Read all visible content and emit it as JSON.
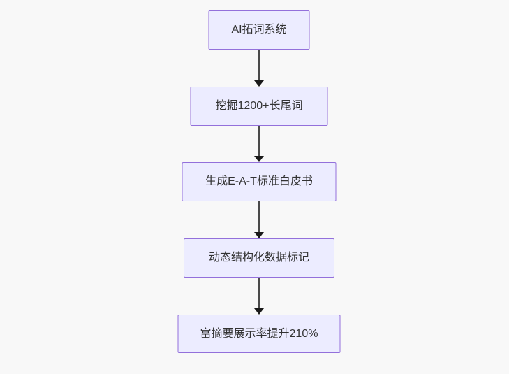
{
  "flowchart": {
    "type": "flowchart",
    "direction": "top-down",
    "nodes": [
      {
        "id": "n1",
        "label": "AI拓词系统"
      },
      {
        "id": "n2",
        "label": "挖掘1200+长尾词"
      },
      {
        "id": "n3",
        "label": "生成E-A-T标准白皮书"
      },
      {
        "id": "n4",
        "label": "动态结构化数据标记"
      },
      {
        "id": "n5",
        "label": "富摘要展示率提升210%"
      }
    ],
    "edges": [
      {
        "from": "n1",
        "to": "n2"
      },
      {
        "from": "n2",
        "to": "n3"
      },
      {
        "from": "n3",
        "to": "n4"
      },
      {
        "from": "n4",
        "to": "n5"
      }
    ],
    "colors": {
      "background": "#f8f8f8",
      "node_fill": "#ececff",
      "node_border": "#9370db",
      "node_text": "#333333",
      "arrow_line": "#4a4a4a",
      "arrow_head": "#1a1a1a"
    }
  }
}
